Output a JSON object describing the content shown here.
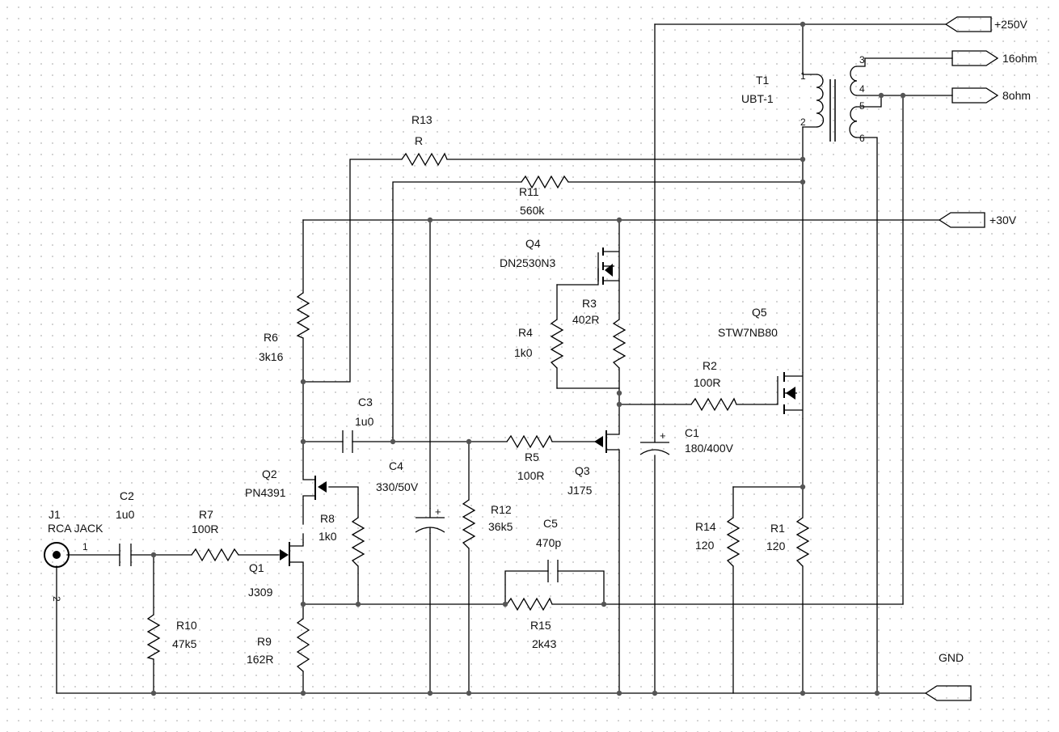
{
  "components": [
    {
      "ref": "J1",
      "value": "RCA JACK",
      "kind": "connector"
    },
    {
      "ref": "C2",
      "value": "1u0",
      "kind": "capacitor"
    },
    {
      "ref": "R7",
      "value": "100R",
      "kind": "resistor"
    },
    {
      "ref": "R10",
      "value": "47k5",
      "kind": "resistor"
    },
    {
      "ref": "Q1",
      "value": "J309",
      "kind": "jfet-n"
    },
    {
      "ref": "Q2",
      "value": "PN4391",
      "kind": "jfet-n"
    },
    {
      "ref": "R8",
      "value": "1k0",
      "kind": "resistor"
    },
    {
      "ref": "R9",
      "value": "162R",
      "kind": "resistor"
    },
    {
      "ref": "R6",
      "value": "3k16",
      "kind": "resistor"
    },
    {
      "ref": "R13",
      "value": "R",
      "kind": "resistor"
    },
    {
      "ref": "R11",
      "value": "560k",
      "kind": "resistor"
    },
    {
      "ref": "C3",
      "value": "1u0",
      "kind": "capacitor"
    },
    {
      "ref": "C4",
      "value": "330/50V",
      "kind": "electrolytic"
    },
    {
      "ref": "R12",
      "value": "36k5",
      "kind": "resistor"
    },
    {
      "ref": "R5",
      "value": "100R",
      "kind": "resistor"
    },
    {
      "ref": "Q3",
      "value": "J175",
      "kind": "jfet-p"
    },
    {
      "ref": "C5",
      "value": "470p",
      "kind": "capacitor"
    },
    {
      "ref": "R15",
      "value": "2k43",
      "kind": "resistor"
    },
    {
      "ref": "Q4",
      "value": "DN2530N3",
      "kind": "mosfet-n"
    },
    {
      "ref": "R3",
      "value": "402R",
      "kind": "resistor"
    },
    {
      "ref": "R4",
      "value": "1k0",
      "kind": "resistor"
    },
    {
      "ref": "R2",
      "value": "100R",
      "kind": "resistor"
    },
    {
      "ref": "Q5",
      "value": "STW7NB80",
      "kind": "mosfet-n"
    },
    {
      "ref": "C1",
      "value": "180/400V",
      "kind": "electrolytic"
    },
    {
      "ref": "R14",
      "value": "120",
      "kind": "resistor"
    },
    {
      "ref": "R1",
      "value": "120",
      "kind": "resistor"
    },
    {
      "ref": "T1",
      "value": "UBT-1",
      "kind": "transformer"
    }
  ],
  "ports": {
    "hv": "+250V",
    "lv": "+30V",
    "out16": "16ohm",
    "out8": "8ohm",
    "gnd": "GND"
  },
  "pins": {
    "j1_1": "1",
    "j1_2": "2",
    "t1_1": "1",
    "t1_2": "2",
    "t1_3": "3",
    "t1_4": "4",
    "t1_5": "5",
    "t1_6": "6"
  },
  "polarity": {
    "plus": "+"
  },
  "colors": {
    "ink": "#000000",
    "junction": "#555555",
    "grid": "#c8c8c8",
    "background": "#ffffff"
  }
}
